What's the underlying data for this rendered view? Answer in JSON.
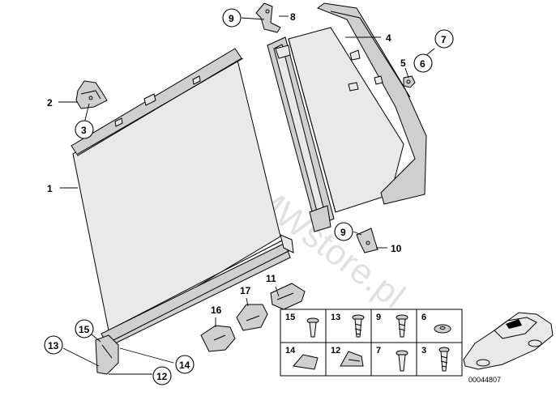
{
  "callouts": {
    "c1": "1",
    "c2": "2",
    "c3": "3",
    "c4": "4",
    "c5": "5",
    "c6": "6",
    "c7": "7",
    "c8": "8",
    "c9_top": "9",
    "c9_mid": "9",
    "c10": "10",
    "c11": "11",
    "c12": "12",
    "c13": "13",
    "c14": "14",
    "c15": "15",
    "c16": "16",
    "c17": "17"
  },
  "legend_table": {
    "row1": [
      "15",
      "13",
      "9",
      "6"
    ],
    "row2": [
      "14",
      "12",
      "7",
      "3"
    ]
  },
  "watermark": "www.BMWstore.pl",
  "reference_number": "00044807",
  "icons": [
    "sunblind-roller",
    "hinge-bracket",
    "window-glass-panel",
    "pillar-trim-strip",
    "mounting-clip",
    "screw",
    "washer",
    "nut",
    "car-silhouette"
  ]
}
